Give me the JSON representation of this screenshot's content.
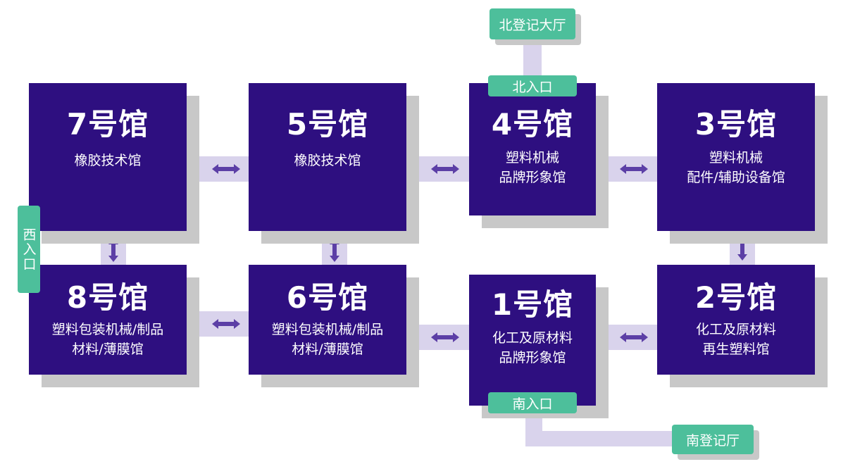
{
  "halls": {
    "h7": {
      "num": "7号馆",
      "line1": "橡胶技术馆",
      "line2": ""
    },
    "h5": {
      "num": "5号馆",
      "line1": "橡胶技术馆",
      "line2": ""
    },
    "h4": {
      "num": "4号馆",
      "line1": "塑料机械",
      "line2": "品牌形象馆"
    },
    "h3": {
      "num": "3号馆",
      "line1": "塑料机械",
      "line2": "配件/辅助设备馆"
    },
    "h8": {
      "num": "8号馆",
      "line1": "塑料包装机械/制品",
      "line2": "材料/薄膜馆"
    },
    "h6": {
      "num": "6号馆",
      "line1": "塑料包装机械/制品",
      "line2": "材料/薄膜馆"
    },
    "h1": {
      "num": "1号馆",
      "line1": "化工及原材料",
      "line2": "品牌形象馆"
    },
    "h2": {
      "num": "2号馆",
      "line1": "化工及原材料",
      "line2": "再生塑料馆"
    }
  },
  "entrances": {
    "north": "北入口",
    "south": "南入口",
    "west": "西入口"
  },
  "registration": {
    "north": "北登记大厅",
    "south": "南登记厅"
  },
  "colors": {
    "hall": "#2e0f80",
    "tag": "#4dbf9b",
    "connector": "#d9d3ec",
    "arrow": "#5c3fa6",
    "shadow": "#c8c8c8"
  }
}
